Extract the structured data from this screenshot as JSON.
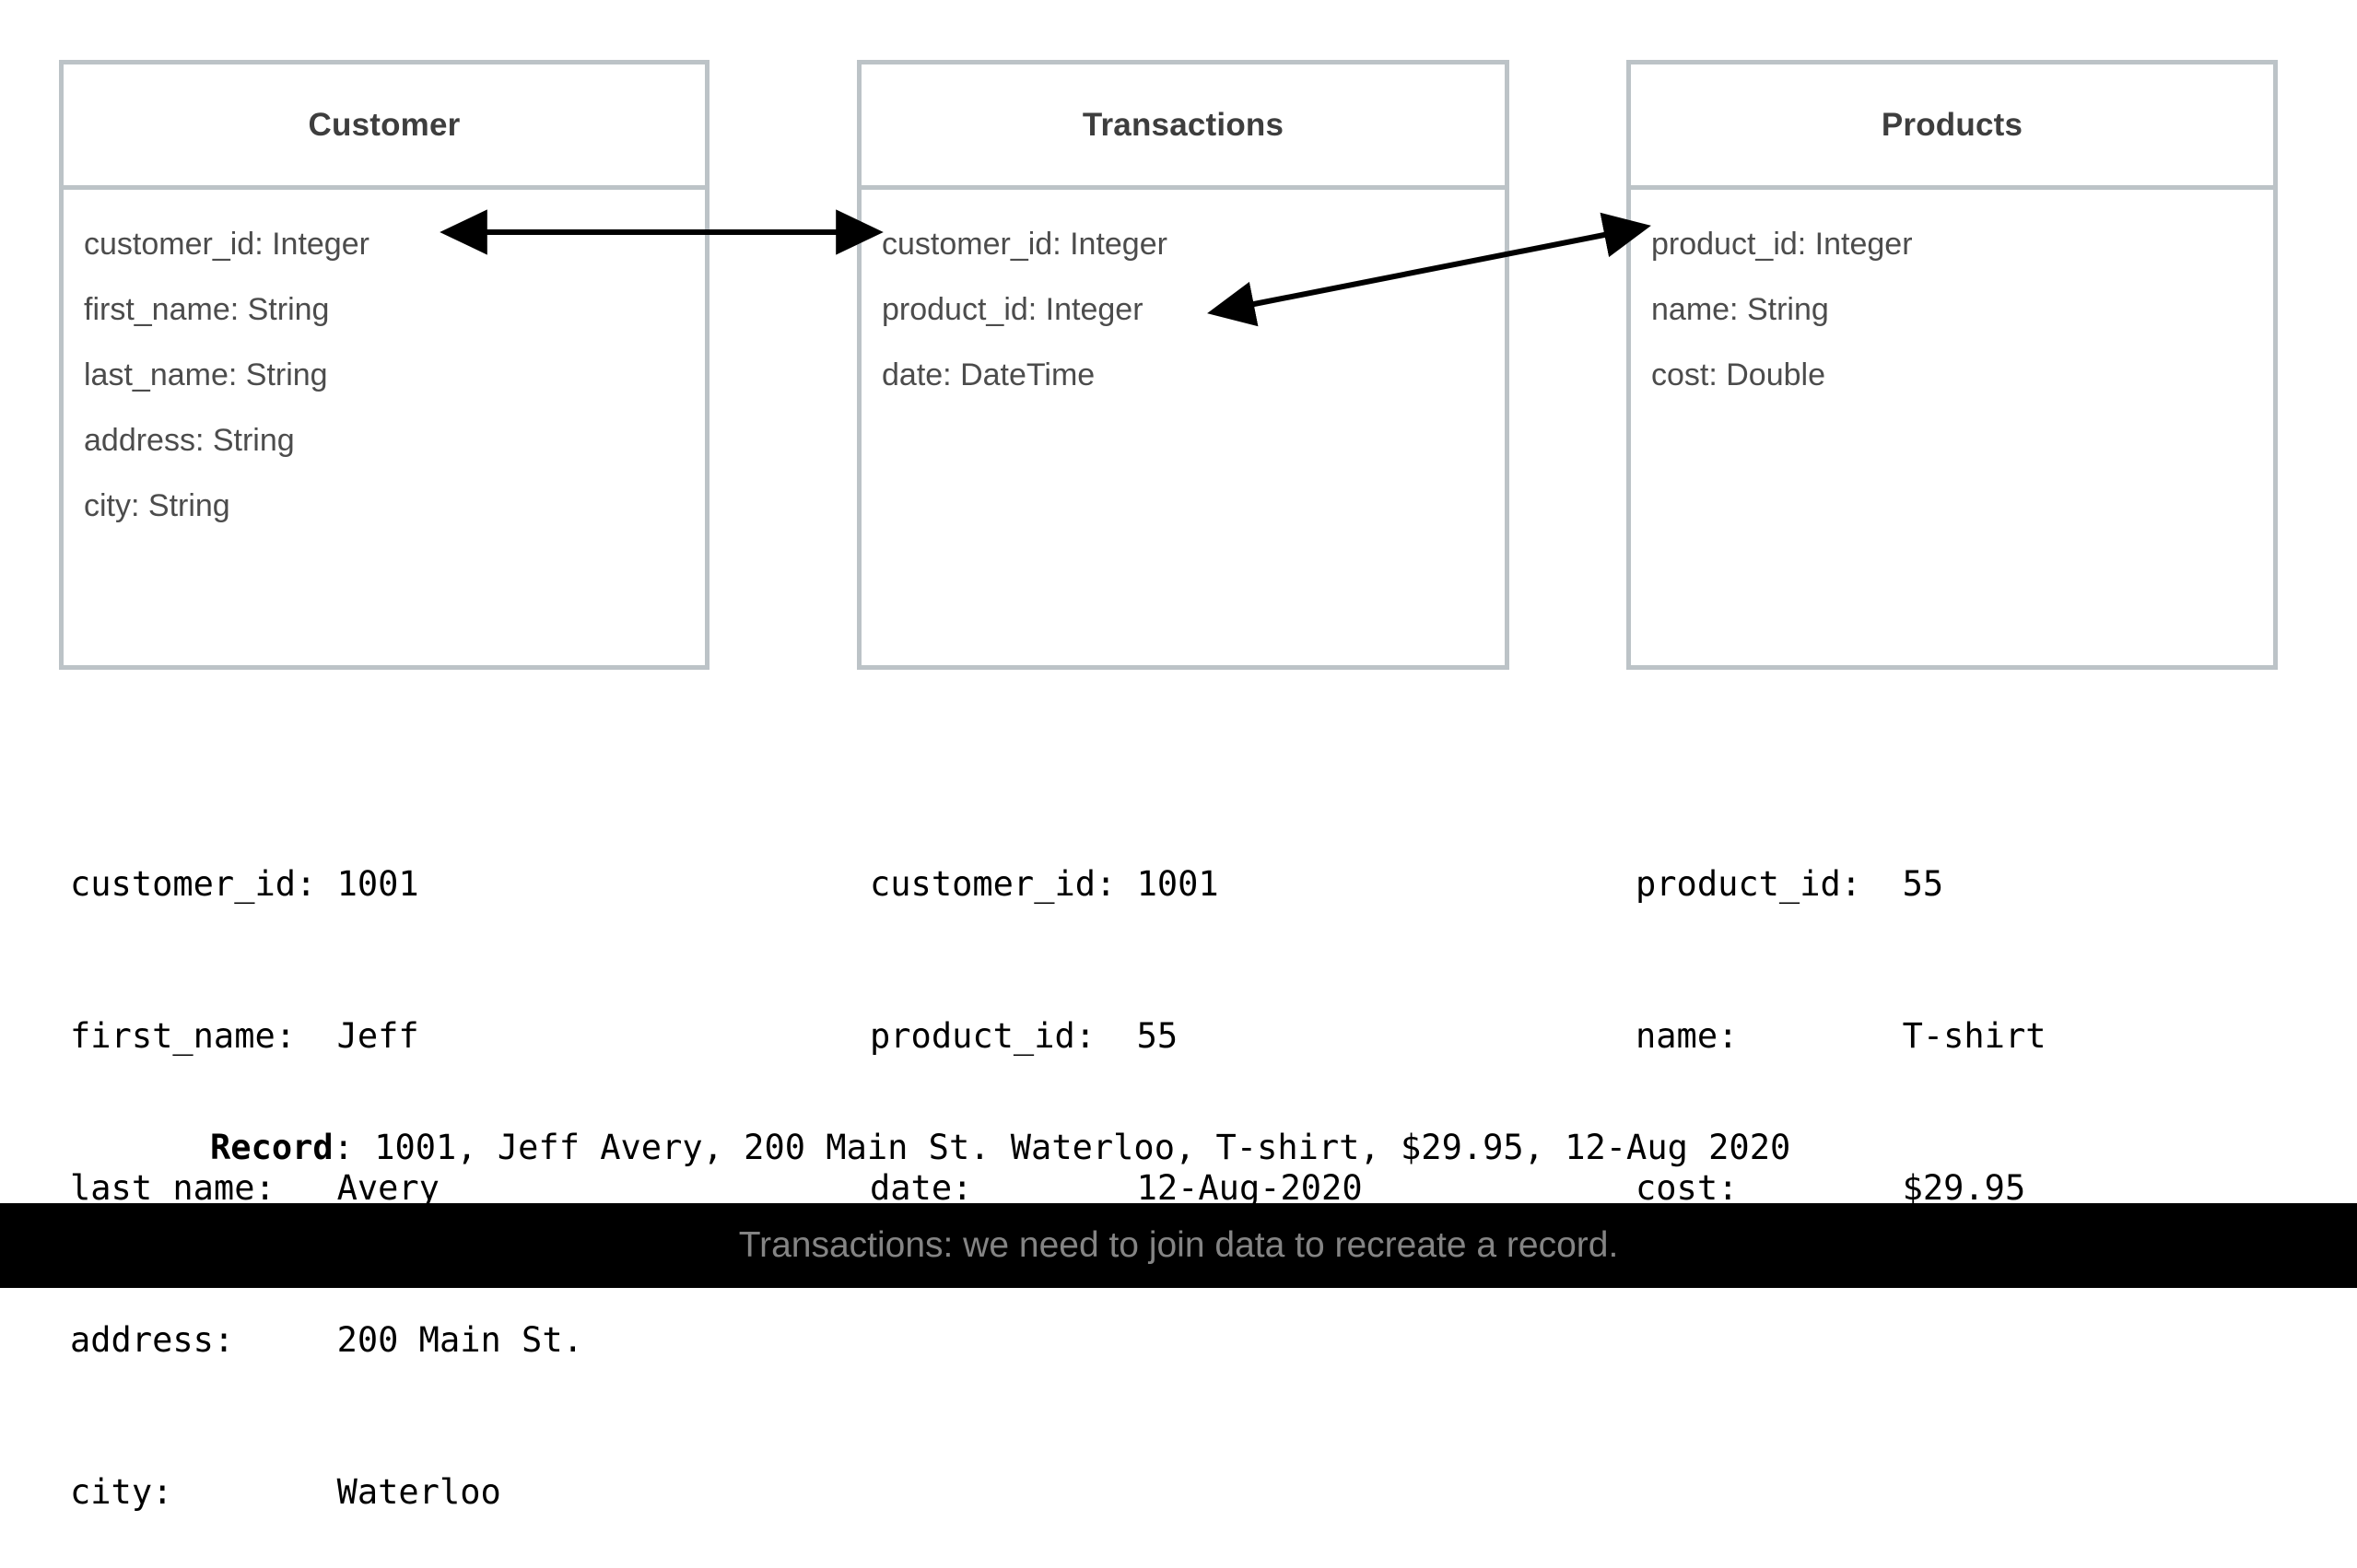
{
  "diagram": {
    "entities": [
      {
        "name": "Customer",
        "fields": [
          "customer_id: Integer",
          "first_name: String",
          "last_name: String",
          "address: String",
          "city: String"
        ]
      },
      {
        "name": "Transactions",
        "fields": [
          "customer_id: Integer",
          "product_id: Integer",
          "date: DateTime"
        ]
      },
      {
        "name": "Products",
        "fields": [
          "product_id: Integer",
          "name: String",
          "cost: Double"
        ]
      }
    ],
    "relations": [
      {
        "label": "customer-to-transactions",
        "from": "Customer.customer_id",
        "to": "Transactions.customer_id",
        "style": "double-headed-horizontal"
      },
      {
        "label": "transactions-to-products",
        "from": "Transactions.product_id",
        "to": "Products.product_id",
        "style": "double-headed-diagonal"
      }
    ]
  },
  "records": {
    "customer": [
      {
        "key": "customer_id:",
        "value": "1001"
      },
      {
        "key": "first_name:",
        "value": "Jeff"
      },
      {
        "key": "last_name:",
        "value": "Avery"
      },
      {
        "key": "address:",
        "value": "200 Main St."
      },
      {
        "key": "city:",
        "value": "Waterloo"
      }
    ],
    "transactions": [
      {
        "key": "customer_id:",
        "value": "1001"
      },
      {
        "key": "product_id:",
        "value": "55"
      },
      {
        "key": "date:",
        "value": "12-Aug-2020"
      }
    ],
    "products": [
      {
        "key": "product_id:",
        "value": "55"
      },
      {
        "key": "name:",
        "value": "T-shirt"
      },
      {
        "key": "cost:",
        "value": "$29.95"
      }
    ]
  },
  "joined_record": {
    "label": "Record",
    "separator": ": ",
    "value": "1001, Jeff Avery, 200 Main St. Waterloo, T-shirt, $29.95, 12-Aug 2020"
  },
  "caption": {
    "text": "Transactions: we need to join data to recreate a record."
  },
  "colors": {
    "box_border": "#bcc3c7",
    "title_text": "#3e3e3e",
    "field_text": "#4c4c4c",
    "record_text": "#000000",
    "caption_bar_bg": "#000000",
    "caption_text": "#848484",
    "arrow": "#000000"
  }
}
